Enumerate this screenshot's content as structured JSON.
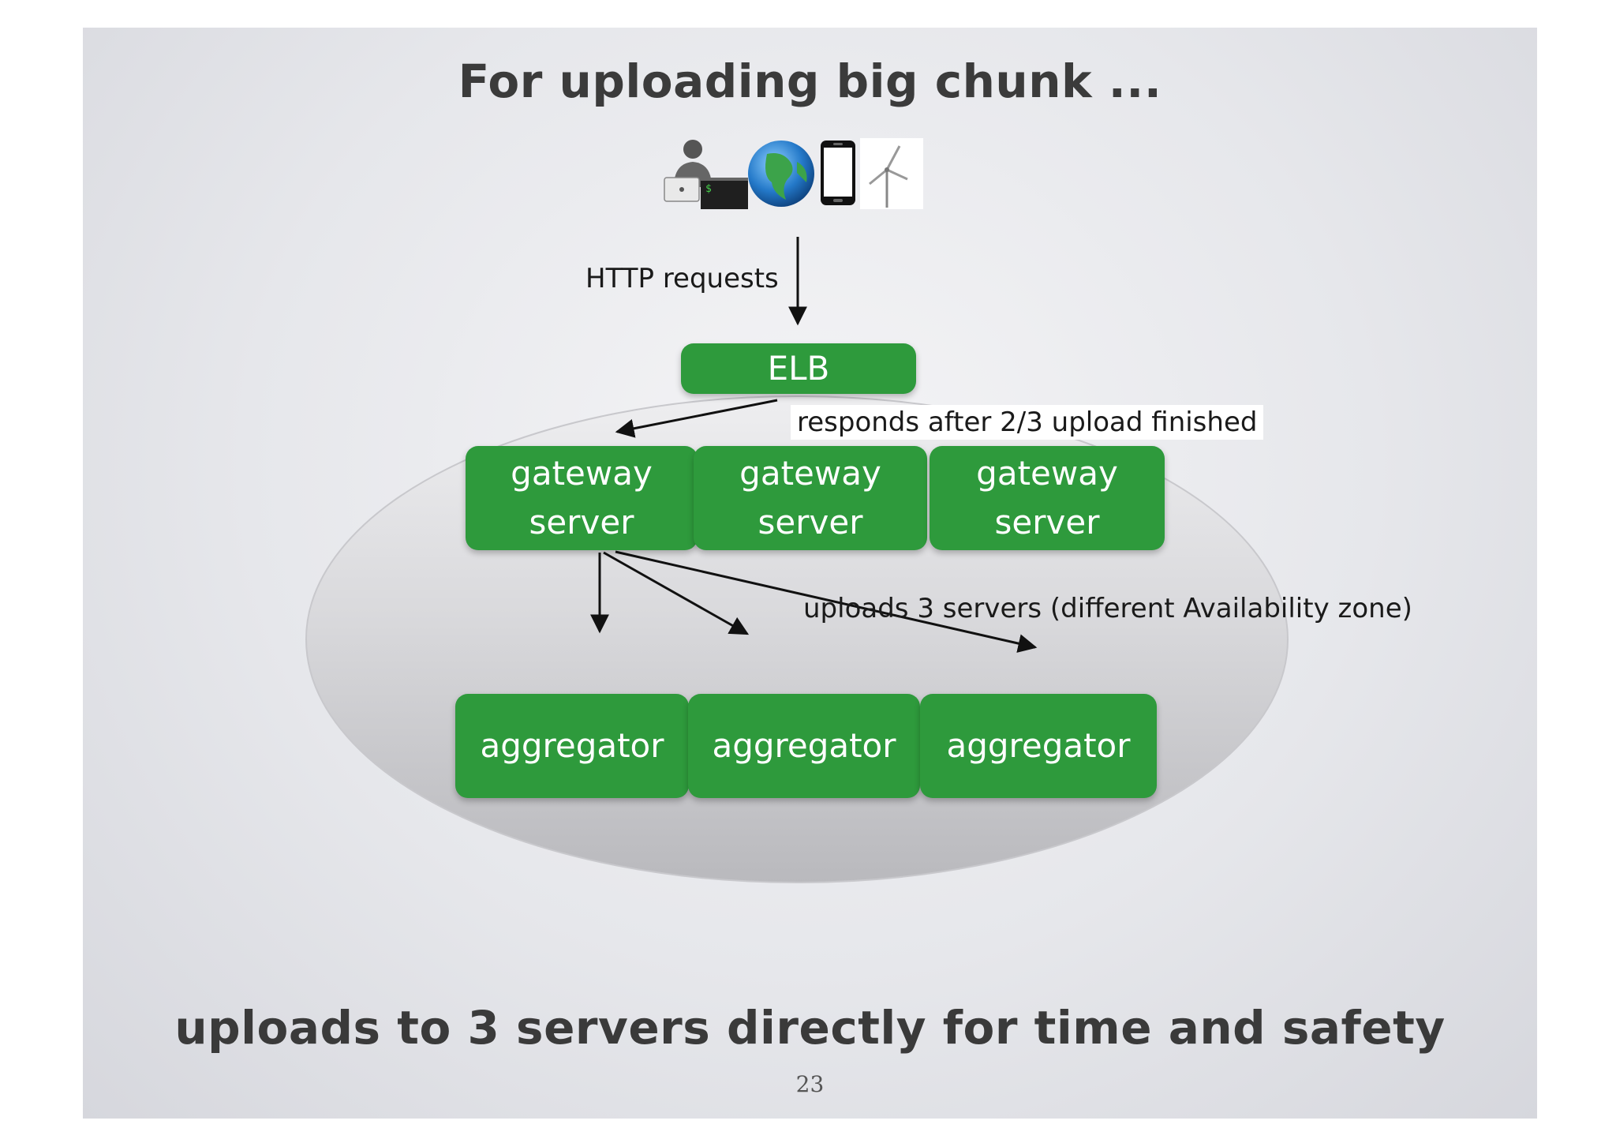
{
  "title": "For uploading big chunk ...",
  "clients": {
    "icons": [
      "person-laptop-icon",
      "terminal-icon",
      "globe-icon",
      "smartphone-icon",
      "wind-turbine-icon"
    ],
    "terminal_text": "$"
  },
  "http_label": "HTTP requests",
  "elb_label": "ELB",
  "responds_label": "responds after 2/3 upload finished",
  "gateways": [
    {
      "line1": "gateway",
      "line2": "server"
    },
    {
      "line1": "gateway",
      "line2": "server"
    },
    {
      "line1": "gateway",
      "line2": "server"
    }
  ],
  "uploads_label": "uploads 3 servers (different Availability zone)",
  "aggregators": [
    "aggregator",
    "aggregator",
    "aggregator"
  ],
  "bottom_text": "uploads to 3 servers directly for time and safety",
  "page_number": "23",
  "colors": {
    "box_green": "#2e9a3c",
    "title_gray": "#3b3b3b"
  }
}
